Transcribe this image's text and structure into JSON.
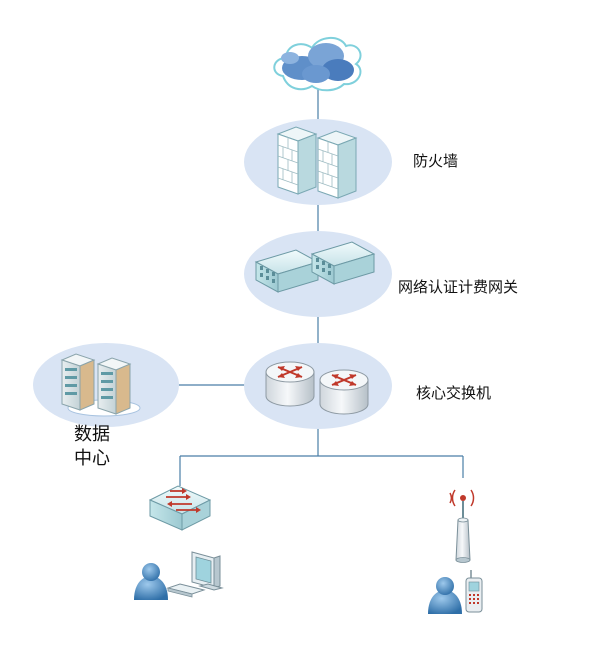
{
  "nodes": {
    "firewall": {
      "label": "防火墙"
    },
    "gateway": {
      "label": "网络认证计费网关"
    },
    "core_switch": {
      "label": "核心交换机"
    },
    "datacenter": {
      "label_line1": "数据",
      "label_line2": "中心"
    }
  },
  "colors": {
    "line": "#4a7ea6",
    "halo": "#d9e4f4",
    "cloud": "#5f8fc9",
    "device": "#d4eef0",
    "arrow": "#c0392b",
    "user": "#4a90c8"
  },
  "icons": [
    "cloud-icon",
    "firewall-icon",
    "gateway-icon",
    "router-icon",
    "server-rack-icon",
    "switch-icon",
    "pc-icon",
    "user-icon",
    "antenna-icon",
    "phone-icon"
  ]
}
